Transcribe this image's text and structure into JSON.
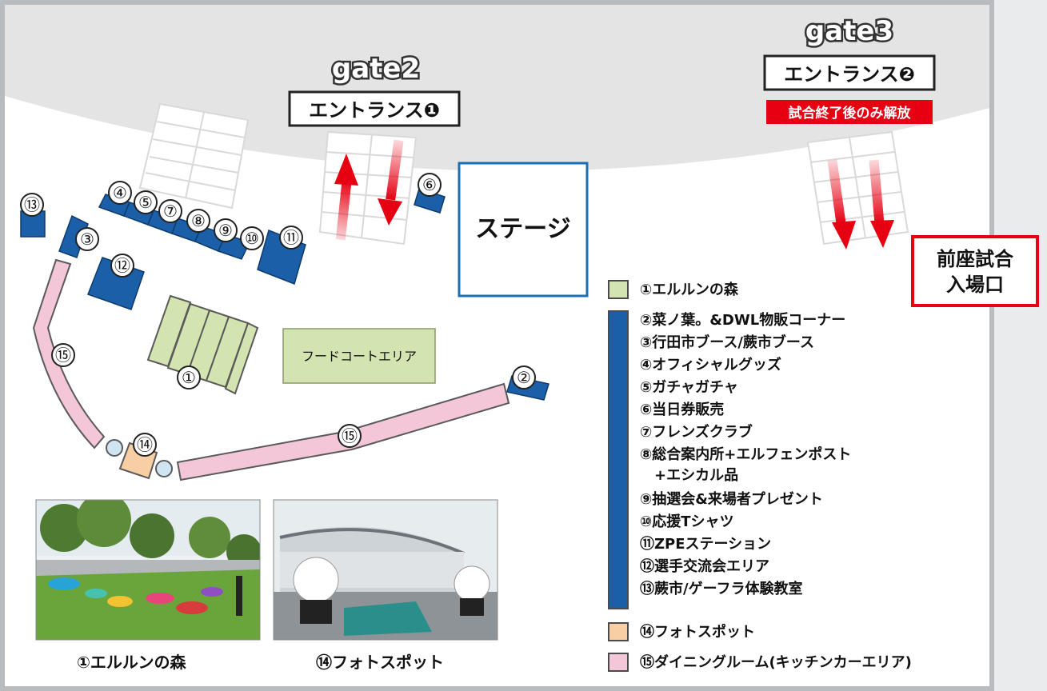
{
  "gates": {
    "gate2": {
      "name": "gate2",
      "entrance": "エントランス❶"
    },
    "gate3": {
      "name": "gate3",
      "entrance": "エントランス❷",
      "note": "試合終了後のみ解放"
    }
  },
  "stage_label": "ステージ",
  "foodcourt_label": "フードコートエリア",
  "pre_match_entrance": {
    "line1": "前座試合",
    "line2": "入場口"
  },
  "markers": [
    "①",
    "②",
    "③",
    "④",
    "⑤",
    "⑥",
    "⑦",
    "⑧",
    "⑨",
    "⑩",
    "⑪",
    "⑫",
    "⑬",
    "⑭",
    "⑮"
  ],
  "legend": {
    "green": [
      "①エルルンの森"
    ],
    "blue": [
      "②菜ノ葉。&DWL物販コーナー",
      "③行田市ブース/蕨市ブース",
      "④オフィシャルグッズ",
      "⑤ガチャガチャ",
      "⑥当日券販売",
      "⑦フレンズクラブ",
      "⑧総合案内所+エルフェンポスト",
      "+エシカル品",
      "⑨抽選会&来場者プレゼント",
      "⑩応援Tシャツ",
      "⑪ZPEステーション",
      "⑫選手交流会エリア",
      "⑬蕨市/ゲーフラ体験教室"
    ],
    "orange": [
      "⑭フォトスポット"
    ],
    "pink": [
      "⑮ダイニングルーム(キッチンカーエリア)"
    ]
  },
  "photos": {
    "left_caption": "①エルルンの森",
    "right_caption": "⑭フォトスポット"
  },
  "colors": {
    "blue": "#1a5fa8",
    "green": "#d3e4b0",
    "pink": "#f3c6d8",
    "orange": "#f8cfa4",
    "red": "#e60012",
    "stadium": "#e6e6e6"
  }
}
